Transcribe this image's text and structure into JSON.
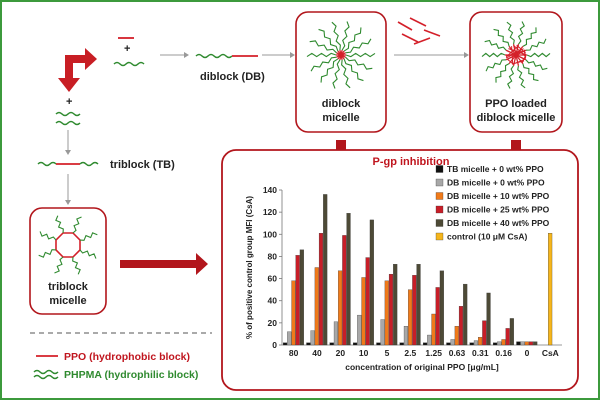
{
  "labels": {
    "diblock": "diblock (DB)",
    "triblock": "triblock (TB)",
    "diblock_micelle_1": "diblock",
    "diblock_micelle_2": "micelle",
    "ppo_loaded_1": "PPO loaded",
    "ppo_loaded_2": "diblock micelle",
    "triblock_micelle_1": "triblock",
    "triblock_micelle_2": "micelle",
    "plus": "+",
    "legend_ppo": "PPO (hydrophobic block)",
    "legend_phpma": "PHPMA (hydrophilic block)"
  },
  "colors": {
    "frame": "#3c9a3c",
    "accent": "#b2161c",
    "ppo": "#d4202a",
    "phpma": "#2f8a2f"
  },
  "chart_data": {
    "type": "bar",
    "title": "P-gp inhibition",
    "ylabel": "% of positive control group MFI (CsA)",
    "xlabel": "concentration of original PPO [μg/mL]",
    "ylim": [
      0,
      140
    ],
    "yticks": [
      0,
      20,
      40,
      60,
      80,
      100,
      120,
      140
    ],
    "grid": false,
    "legend_position": "top-right",
    "categories": [
      "80",
      "40",
      "20",
      "10",
      "5",
      "2.5",
      "1.25",
      "0.63",
      "0.31",
      "0.16",
      "0",
      "CsA"
    ],
    "series": [
      {
        "name": "TB micelle + 0 wt% PPO",
        "color": "#111111",
        "values": [
          2,
          2,
          2,
          2,
          2,
          2,
          2,
          2,
          2,
          2,
          3,
          null
        ]
      },
      {
        "name": "DB micelle + 0 wt% PPO",
        "color": "#a8a8a8",
        "values": [
          12,
          13,
          21,
          27,
          23,
          17,
          9,
          5,
          4,
          3,
          3,
          null
        ]
      },
      {
        "name": "DB micelle + 10 wt% PPO",
        "color": "#f07a1a",
        "values": [
          58,
          70,
          67,
          61,
          58,
          50,
          28,
          17,
          7,
          5,
          3,
          null
        ]
      },
      {
        "name": "DB micelle + 25 wt% PPO",
        "color": "#c81e28",
        "values": [
          81,
          101,
          99,
          79,
          64,
          63,
          52,
          35,
          22,
          15,
          3,
          null
        ]
      },
      {
        "name": "DB micelle + 40 wt% PPO",
        "color": "#4d4a36",
        "values": [
          86,
          136,
          119,
          113,
          73,
          73,
          67,
          55,
          47,
          24,
          3,
          null
        ]
      },
      {
        "name": "control (10 μM CsA)",
        "color": "#f5b51c",
        "values": [
          null,
          null,
          null,
          null,
          null,
          null,
          null,
          null,
          null,
          null,
          null,
          101
        ]
      }
    ]
  }
}
